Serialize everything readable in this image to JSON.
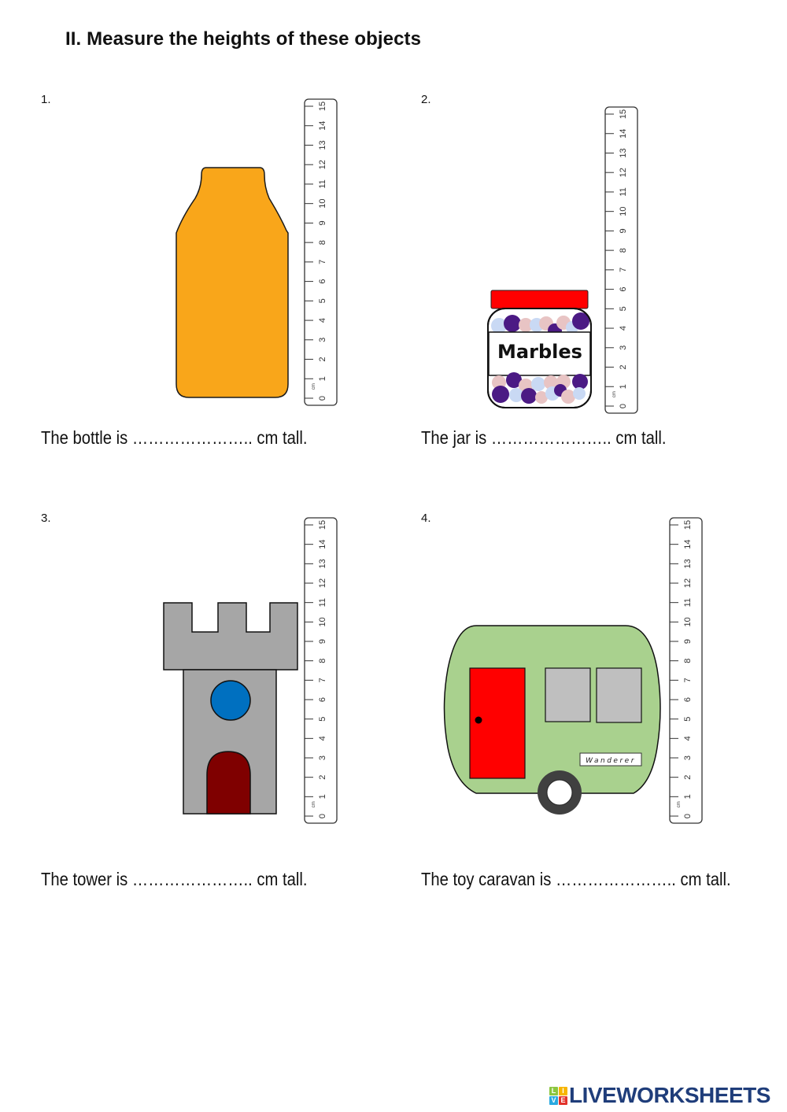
{
  "title": "II. Measure the heights of these objects",
  "colors": {
    "bottle": "#f9a61a",
    "jar_lid": "#ff0000",
    "tower_gray": "#a6a6a6",
    "tower_window": "#0070c0",
    "tower_door": "#7f0000",
    "caravan_body": "#a9d18e",
    "caravan_door": "#ff0000",
    "caravan_window": "#bfbfbf",
    "wheel": "#404040",
    "logo_text": "#1f3d7a"
  },
  "ruler": {
    "unit_label": "cm",
    "ticks": [
      "0",
      "1",
      "2",
      "3",
      "4",
      "5",
      "6",
      "7",
      "8",
      "9",
      "10",
      "11",
      "12",
      "13",
      "14",
      "15"
    ]
  },
  "questions": [
    {
      "number": "1.",
      "object": "bottle",
      "prefix": "The bottle is ",
      "blank": "…………………..",
      "suffix": " cm tall."
    },
    {
      "number": "2.",
      "object": "jar",
      "prefix": "The jar is ",
      "blank": "…………………..",
      "suffix": " cm tall.",
      "label": "Marbles"
    },
    {
      "number": "3.",
      "object": "tower",
      "prefix": "The tower is ",
      "blank": "…………………..",
      "suffix": " cm tall."
    },
    {
      "number": "4.",
      "object": "toy caravan",
      "prefix": "The toy caravan is ",
      "blank": "…………………..",
      "suffix": " cm tall.",
      "label": "Wanderer"
    }
  ],
  "footer": {
    "logo_tiles": [
      "L",
      "I",
      "V",
      "E"
    ],
    "logo_text": "LIVEWORKSHEETS"
  }
}
